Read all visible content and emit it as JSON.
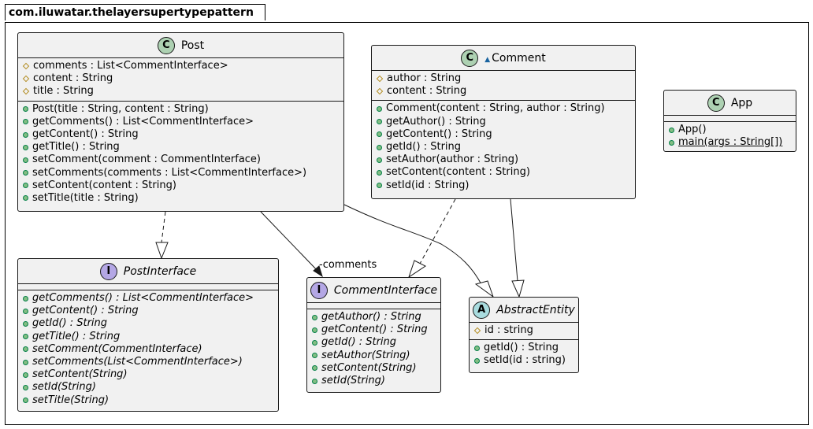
{
  "package": {
    "name": "com.iluwatar.thelayersupertypepattern"
  },
  "classes": {
    "post": {
      "badge": "C",
      "name": "Post",
      "fields": [
        {
          "vis": "protected",
          "text": "comments : List<CommentInterface>"
        },
        {
          "vis": "protected",
          "text": "content : String"
        },
        {
          "vis": "protected",
          "text": "title : String"
        }
      ],
      "methods": [
        {
          "vis": "public",
          "text": "Post(title : String, content : String)"
        },
        {
          "vis": "public",
          "text": "getComments() : List<CommentInterface>"
        },
        {
          "vis": "public",
          "text": "getContent() : String"
        },
        {
          "vis": "public",
          "text": "getTitle() : String"
        },
        {
          "vis": "public",
          "text": "setComment(comment : CommentInterface)"
        },
        {
          "vis": "public",
          "text": "setComments(comments : List<CommentInterface>)"
        },
        {
          "vis": "public",
          "text": "setContent(content : String)"
        },
        {
          "vis": "public",
          "text": "setTitle(title : String)"
        }
      ]
    },
    "comment": {
      "badge": "C",
      "name": "Comment",
      "package_private_icon": "triangle-up-icon",
      "fields": [
        {
          "vis": "protected",
          "text": "author : String"
        },
        {
          "vis": "protected",
          "text": "content : String"
        }
      ],
      "methods": [
        {
          "vis": "public",
          "text": "Comment(content : String, author : String)"
        },
        {
          "vis": "public",
          "text": "getAuthor() : String"
        },
        {
          "vis": "public",
          "text": "getContent() : String"
        },
        {
          "vis": "public",
          "text": "getId() : String"
        },
        {
          "vis": "public",
          "text": "setAuthor(author : String)"
        },
        {
          "vis": "public",
          "text": "setContent(content : String)"
        },
        {
          "vis": "public",
          "text": "setId(id : String)"
        }
      ]
    },
    "app": {
      "badge": "C",
      "name": "App",
      "fields": [],
      "methods": [
        {
          "vis": "public",
          "text": "App()"
        },
        {
          "vis": "public",
          "text": "main(args : String[])",
          "static": true
        }
      ]
    },
    "post_interface": {
      "badge": "I",
      "name": "PostInterface",
      "fields": [],
      "methods": [
        {
          "vis": "public",
          "text": "getComments() : List<CommentInterface>"
        },
        {
          "vis": "public",
          "text": "getContent() : String"
        },
        {
          "vis": "public",
          "text": "getId() : String"
        },
        {
          "vis": "public",
          "text": "getTitle() : String"
        },
        {
          "vis": "public",
          "text": "setComment(CommentInterface)"
        },
        {
          "vis": "public",
          "text": "setComments(List<CommentInterface>)"
        },
        {
          "vis": "public",
          "text": "setContent(String)"
        },
        {
          "vis": "public",
          "text": "setId(String)"
        },
        {
          "vis": "public",
          "text": "setTitle(String)"
        }
      ]
    },
    "comment_interface": {
      "badge": "I",
      "name": "CommentInterface",
      "fields": [],
      "methods": [
        {
          "vis": "public",
          "text": "getAuthor() : String"
        },
        {
          "vis": "public",
          "text": "getContent() : String"
        },
        {
          "vis": "public",
          "text": "getId() : String"
        },
        {
          "vis": "public",
          "text": "setAuthor(String)"
        },
        {
          "vis": "public",
          "text": "setContent(String)"
        },
        {
          "vis": "public",
          "text": "setId(String)"
        }
      ]
    },
    "abstract_entity": {
      "badge": "A",
      "name": "AbstractEntity",
      "fields": [
        {
          "vis": "protected",
          "text": "id : string"
        }
      ],
      "methods": [
        {
          "vis": "public",
          "text": "getId() : String"
        },
        {
          "vis": "public",
          "text": "setId(id : string)"
        }
      ]
    }
  },
  "relations": {
    "post_comments_label": "-comments"
  },
  "colors": {
    "class_badge": "#add1b2",
    "interface_badge": "#b4a7e5",
    "abstract_badge": "#a9dcdf",
    "public_dot": "#84be84",
    "protected_diamond": "#b38d22",
    "box_fill": "#f1f1f1"
  }
}
